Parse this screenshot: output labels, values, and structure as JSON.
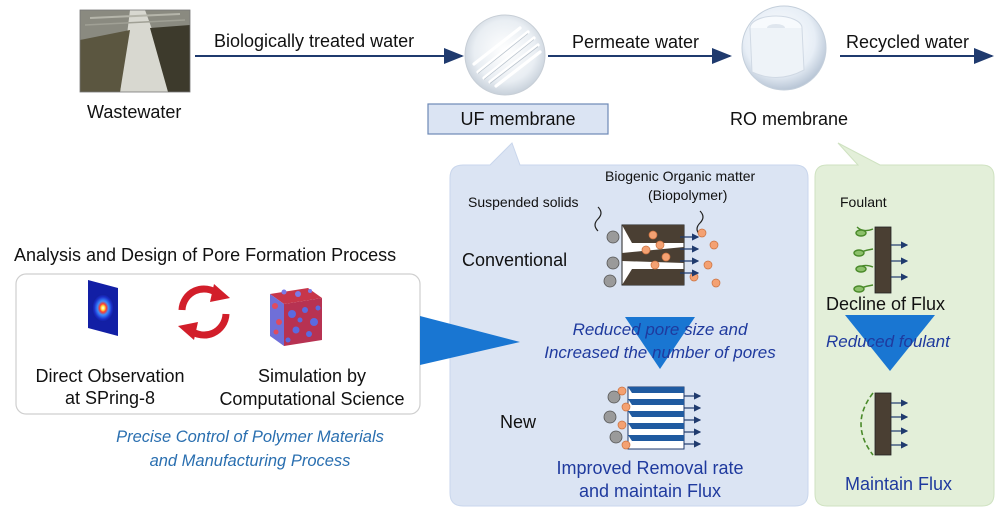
{
  "flow": {
    "wastewater_label": "Wastewater",
    "arrow1_label": "Biologically treated water",
    "arrow2_label": "Permeate water",
    "arrow3_label": "Recycled water",
    "uf_label": "UF membrane",
    "ro_label": "RO membrane"
  },
  "analysis": {
    "title": "Analysis and Design of Pore Formation Process",
    "left_caption_line1": "Direct Observation",
    "left_caption_line2": "at SPring-8",
    "right_caption_line1": "Simulation by",
    "right_caption_line2": "Computational Science",
    "footer_line1": "Precise Control of Polymer Materials",
    "footer_line2": "and Manufacturing Process"
  },
  "uf_panel": {
    "biogenic_line1": "Biogenic Organic matter",
    "biogenic_line2": "(Biopolymer)",
    "suspended_label": "Suspended solids",
    "conventional_label": "Conventional",
    "reduced_line1": "Reduced pore size  and",
    "reduced_line2": "Increased the number of pores",
    "new_label": "New",
    "result_line1": "Improved Removal rate",
    "result_line2": "and maintain Flux"
  },
  "ro_panel": {
    "foulant_label": "Foulant",
    "decline_label": "Decline of Flux",
    "reduced_foulant": "Reduced foulant",
    "maintain_label": "Maintain Flux"
  },
  "colors": {
    "panel_blue": "#dbe4f3",
    "panel_green": "#e3efd9",
    "arrow_blue": "#1976d2",
    "text_blue": "#1f3a9e",
    "text_teal": "#2a6fb0"
  }
}
